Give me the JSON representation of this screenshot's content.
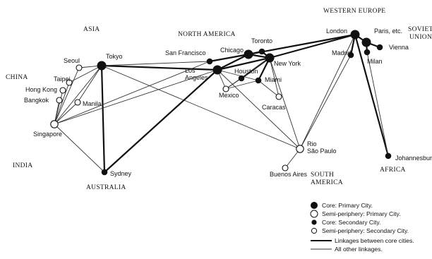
{
  "regions": {
    "asia": "ASIA",
    "north_america": "NORTH AMERICA",
    "western_europe": "WESTERN EUROPE",
    "soviet_union": [
      "SOVIET",
      "UNION"
    ],
    "china": "CHINA",
    "india": "INDIA",
    "australia": "AUSTRALIA",
    "south_america": [
      "SOUTH",
      "AMERICA"
    ],
    "africa": "AFRICA"
  },
  "cities": {
    "tokyo": {
      "label": "Tokyo",
      "class": "core-primary"
    },
    "seoul": {
      "label": "Seoul",
      "class": "semi-secondary"
    },
    "taipei": {
      "label": "Taipei",
      "class": "semi-secondary"
    },
    "hong_kong": {
      "label": "Hong Kong",
      "class": "semi-secondary"
    },
    "bangkok": {
      "label": "Bangkok",
      "class": "semi-secondary"
    },
    "manila": {
      "label": "Manila",
      "class": "semi-secondary"
    },
    "singapore": {
      "label": "Singapore",
      "class": "semi-primary"
    },
    "sydney": {
      "label": "Sydney",
      "class": "core-secondary"
    },
    "san_francisco": {
      "label": "San Francisco",
      "class": "core-secondary"
    },
    "los_angeles": {
      "label": "Los\nAngeles",
      "class": "core-primary"
    },
    "chicago": {
      "label": "Chicago",
      "class": "core-primary"
    },
    "toronto": {
      "label": "Toronto",
      "class": "core-secondary"
    },
    "houston": {
      "label": "Houston",
      "class": "core-secondary"
    },
    "new_york": {
      "label": "New York",
      "class": "core-primary"
    },
    "miami": {
      "label": "Miami",
      "class": "core-secondary"
    },
    "mexico": {
      "label": "Mexico",
      "class": "semi-secondary"
    },
    "caracas": {
      "label": "Caracas",
      "class": "semi-secondary"
    },
    "rio_sao_paulo": {
      "label": "Rio\nSão Paulo",
      "class": "semi-primary"
    },
    "buenos_aires": {
      "label": "Buenos Aires",
      "class": "semi-secondary"
    },
    "london": {
      "label": "London",
      "class": "core-primary"
    },
    "paris": {
      "label": "Paris, etc.",
      "class": "core-primary"
    },
    "madrid": {
      "label": "Madrid",
      "class": "core-secondary"
    },
    "milan": {
      "label": "Milan",
      "class": "core-secondary"
    },
    "vienna": {
      "label": "Vienna",
      "class": "core-secondary"
    },
    "johannesburg": {
      "label": "Johannesburg",
      "class": "core-secondary"
    }
  },
  "links": [
    {
      "from": "tokyo",
      "to": "los_angeles",
      "type": "core"
    },
    {
      "from": "tokyo",
      "to": "sydney",
      "type": "core"
    },
    {
      "from": "tokyo",
      "to": "san_francisco",
      "type": "other"
    },
    {
      "from": "tokyo",
      "to": "seoul",
      "type": "other"
    },
    {
      "from": "tokyo",
      "to": "singapore",
      "type": "other"
    },
    {
      "from": "tokyo",
      "to": "manila",
      "type": "other"
    },
    {
      "from": "tokyo",
      "to": "taipei",
      "type": "other"
    },
    {
      "from": "tokyo",
      "to": "rio_sao_paulo",
      "type": "other"
    },
    {
      "from": "seoul",
      "to": "singapore",
      "type": "other"
    },
    {
      "from": "taipei",
      "to": "singapore",
      "type": "other"
    },
    {
      "from": "hong_kong",
      "to": "singapore",
      "type": "other"
    },
    {
      "from": "bangkok",
      "to": "singapore",
      "type": "other"
    },
    {
      "from": "manila",
      "to": "singapore",
      "type": "other"
    },
    {
      "from": "singapore",
      "to": "sydney",
      "type": "other"
    },
    {
      "from": "singapore",
      "to": "los_angeles",
      "type": "other"
    },
    {
      "from": "singapore",
      "to": "san_francisco",
      "type": "other"
    },
    {
      "from": "sydney",
      "to": "los_angeles",
      "type": "core"
    },
    {
      "from": "los_angeles",
      "to": "chicago",
      "type": "core"
    },
    {
      "from": "los_angeles",
      "to": "new_york",
      "type": "core"
    },
    {
      "from": "san_francisco",
      "to": "chicago",
      "type": "core"
    },
    {
      "from": "chicago",
      "to": "new_york",
      "type": "core"
    },
    {
      "from": "chicago",
      "to": "toronto",
      "type": "core"
    },
    {
      "from": "toronto",
      "to": "new_york",
      "type": "core"
    },
    {
      "from": "houston",
      "to": "new_york",
      "type": "core"
    },
    {
      "from": "miami",
      "to": "new_york",
      "type": "core"
    },
    {
      "from": "new_york",
      "to": "london",
      "type": "core"
    },
    {
      "from": "chicago",
      "to": "london",
      "type": "core"
    },
    {
      "from": "london",
      "to": "paris",
      "type": "core"
    },
    {
      "from": "london",
      "to": "madrid",
      "type": "core"
    },
    {
      "from": "london",
      "to": "johannesburg",
      "type": "core"
    },
    {
      "from": "paris",
      "to": "milan",
      "type": "core"
    },
    {
      "from": "paris",
      "to": "vienna",
      "type": "core"
    },
    {
      "from": "los_angeles",
      "to": "mexico",
      "type": "other"
    },
    {
      "from": "los_angeles",
      "to": "miami",
      "type": "other"
    },
    {
      "from": "los_angeles",
      "to": "rio_sao_paulo",
      "type": "other"
    },
    {
      "from": "new_york",
      "to": "mexico",
      "type": "other"
    },
    {
      "from": "new_york",
      "to": "caracas",
      "type": "other"
    },
    {
      "from": "new_york",
      "to": "rio_sao_paulo",
      "type": "other"
    },
    {
      "from": "miami",
      "to": "caracas",
      "type": "other"
    },
    {
      "from": "miami",
      "to": "mexico",
      "type": "other"
    },
    {
      "from": "houston",
      "to": "mexico",
      "type": "other"
    },
    {
      "from": "rio_sao_paulo",
      "to": "buenos_aires",
      "type": "other"
    },
    {
      "from": "rio_sao_paulo",
      "to": "london",
      "type": "other"
    },
    {
      "from": "rio_sao_paulo",
      "to": "madrid",
      "type": "other"
    },
    {
      "from": "johannesburg",
      "to": "milan",
      "type": "other"
    }
  ],
  "legend": [
    {
      "symbol": "core-primary",
      "label": "Core: Primary City."
    },
    {
      "symbol": "semi-primary",
      "label": "Semi-periphery: Primary City."
    },
    {
      "symbol": "core-secondary",
      "label": "Core: Secondary City."
    },
    {
      "symbol": "semi-secondary",
      "label": "Semi-periphery: Secondary City."
    },
    {
      "symbol": "core-link",
      "label": "Linkages between core cities."
    },
    {
      "symbol": "other-link",
      "label": "All other linkages."
    }
  ],
  "colors": {
    "ink": "#111111",
    "paper": "#ffffff"
  }
}
